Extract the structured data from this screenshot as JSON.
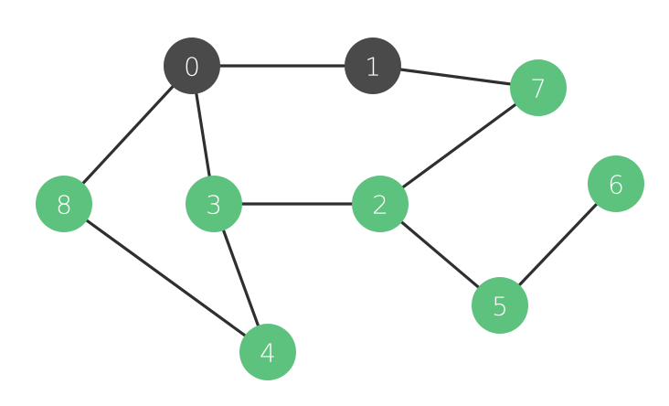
{
  "graph": {
    "colors": {
      "visited": "#4a4a4a",
      "unvisited": "#5ec27f",
      "edge": "#2f2f2f",
      "label": "#ffffff"
    },
    "nodes": [
      {
        "id": "0",
        "label": "0",
        "state": "visited"
      },
      {
        "id": "1",
        "label": "1",
        "state": "visited"
      },
      {
        "id": "7",
        "label": "7",
        "state": "unvisited"
      },
      {
        "id": "8",
        "label": "8",
        "state": "unvisited"
      },
      {
        "id": "3",
        "label": "3",
        "state": "unvisited"
      },
      {
        "id": "2",
        "label": "2",
        "state": "unvisited"
      },
      {
        "id": "6",
        "label": "6",
        "state": "unvisited"
      },
      {
        "id": "5",
        "label": "5",
        "state": "unvisited"
      },
      {
        "id": "4",
        "label": "4",
        "state": "unvisited"
      }
    ],
    "edges": [
      [
        "0",
        "1"
      ],
      [
        "1",
        "7"
      ],
      [
        "0",
        "8"
      ],
      [
        "0",
        "3"
      ],
      [
        "3",
        "2"
      ],
      [
        "2",
        "7"
      ],
      [
        "2",
        "5"
      ],
      [
        "5",
        "6"
      ],
      [
        "8",
        "4"
      ],
      [
        "3",
        "4"
      ]
    ]
  }
}
